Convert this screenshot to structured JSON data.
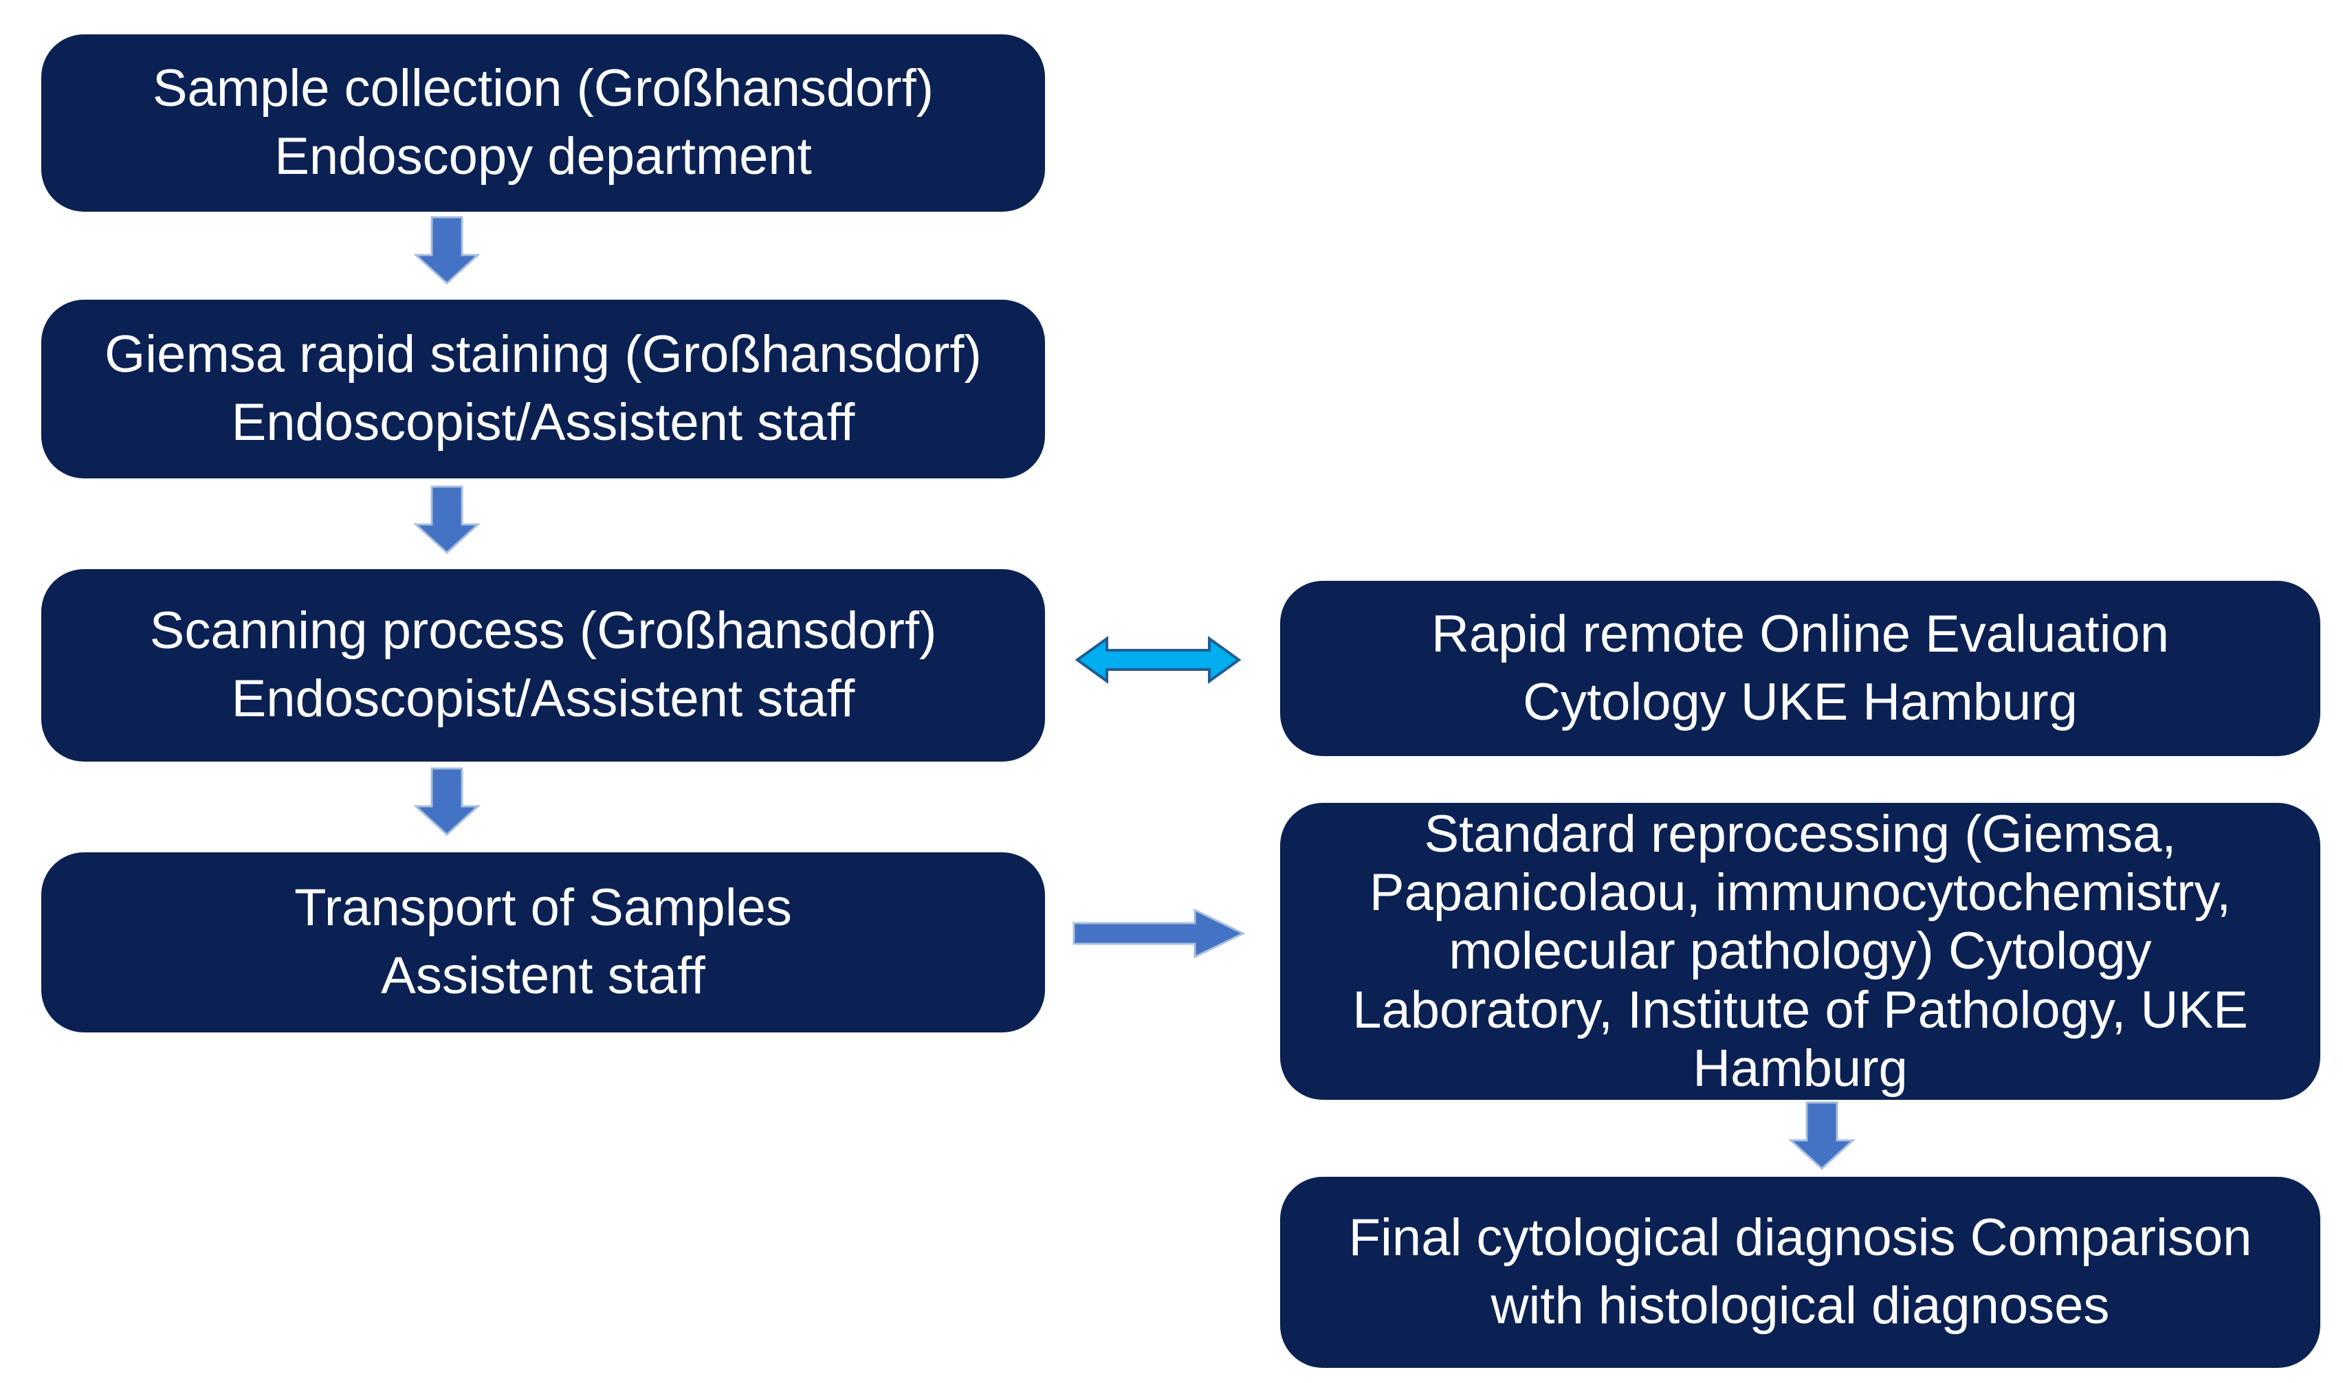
{
  "colors": {
    "page_bg": "#ffffff",
    "box_fill": "#0b2153",
    "box_text": "#ffffff",
    "arrow_blue_fill": "#4472c4",
    "arrow_blue_stroke": "#a7bede",
    "arrow_cyan_fill": "#00aeef",
    "arrow_cyan_stroke": "#1f5c94"
  },
  "diagram": {
    "type": "flowchart",
    "left_column": [
      {
        "id": "sample-collection",
        "lines": [
          "Sample collection (Großhansdorf)",
          "Endoscopy department"
        ]
      },
      {
        "id": "giemsa-rapid-staining",
        "lines": [
          "Giemsa rapid staining (Großhansdorf)",
          "Endoscopist/Assistent staff"
        ]
      },
      {
        "id": "scanning-process",
        "lines": [
          "Scanning process (Großhansdorf)",
          "Endoscopist/Assistent staff"
        ]
      },
      {
        "id": "transport-of-samples",
        "lines": [
          "Transport of Samples",
          "Assistent staff"
        ]
      }
    ],
    "right_column": [
      {
        "id": "rapid-remote-online-evaluation",
        "lines": [
          "Rapid remote Online Evaluation",
          "Cytology UKE Hamburg"
        ]
      },
      {
        "id": "standard-reprocessing",
        "lines": [
          "Standard reprocessing (Giemsa,",
          "Papanicolaou, immunocytochemistry,",
          "molecular pathology) Cytology",
          "Laboratory, Institute of Pathology, UKE",
          "Hamburg"
        ]
      },
      {
        "id": "final-cytological-diagnosis",
        "lines": [
          "Final cytological diagnosis Comparison",
          "with histological diagnoses"
        ]
      }
    ],
    "connectors": [
      {
        "type": "arrow-down",
        "from": "sample-collection",
        "to": "giemsa-rapid-staining"
      },
      {
        "type": "arrow-down",
        "from": "giemsa-rapid-staining",
        "to": "scanning-process"
      },
      {
        "type": "arrow-down",
        "from": "scanning-process",
        "to": "transport-of-samples"
      },
      {
        "type": "arrow-double-horizontal",
        "from": "scanning-process",
        "to": "rapid-remote-online-evaluation"
      },
      {
        "type": "arrow-right",
        "from": "transport-of-samples",
        "to": "standard-reprocessing"
      },
      {
        "type": "arrow-down",
        "from": "standard-reprocessing",
        "to": "final-cytological-diagnosis"
      }
    ]
  }
}
